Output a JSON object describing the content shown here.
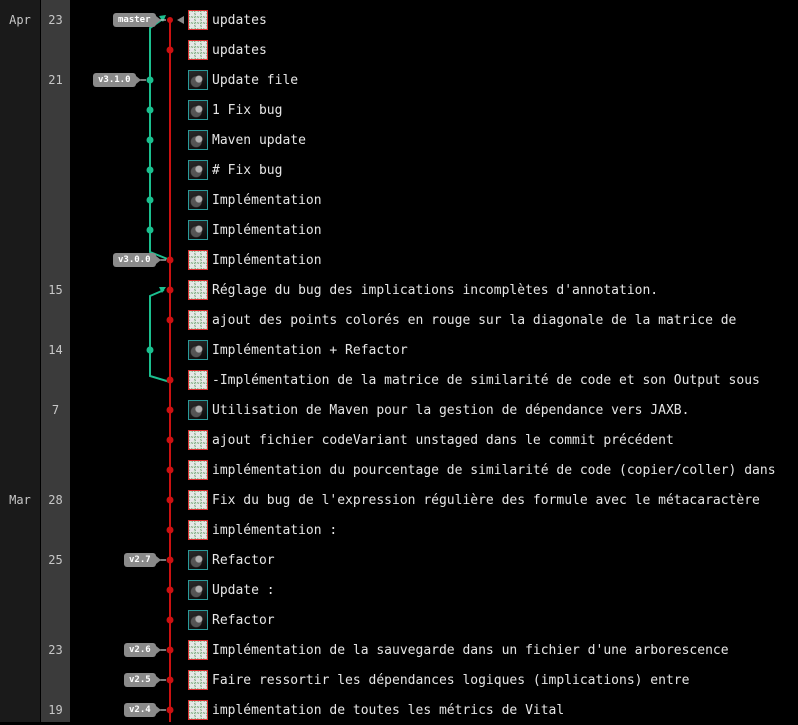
{
  "months": [
    {
      "label": "Apr",
      "row": 0
    },
    {
      "label": "Mar",
      "row": 16
    }
  ],
  "days": [
    {
      "label": "23",
      "row": 0
    },
    {
      "label": "21",
      "row": 2
    },
    {
      "label": "15",
      "row": 9
    },
    {
      "label": "14",
      "row": 11
    },
    {
      "label": "7",
      "row": 13
    },
    {
      "label": "28",
      "row": 16
    },
    {
      "label": "25",
      "row": 18
    },
    {
      "label": "23",
      "row": 21
    },
    {
      "label": "19",
      "row": 23
    }
  ],
  "tags": [
    {
      "label": "master",
      "row": 0,
      "lane": "main",
      "head": true
    },
    {
      "label": "v3.1.0",
      "row": 2,
      "lane": "branch"
    },
    {
      "label": "v3.0.0",
      "row": 8,
      "lane": "main"
    },
    {
      "label": "v2.7",
      "row": 18,
      "lane": "main"
    },
    {
      "label": "v2.6",
      "row": 21,
      "lane": "main"
    },
    {
      "label": "v2.5",
      "row": 22,
      "lane": "main"
    },
    {
      "label": "v2.4",
      "row": 23,
      "lane": "main"
    }
  ],
  "commits": [
    {
      "message": "updates",
      "avatar": "pattern",
      "lane": "main"
    },
    {
      "message": "updates",
      "avatar": "pattern",
      "lane": "main"
    },
    {
      "message": "Update file",
      "avatar": "photo",
      "lane": "branch"
    },
    {
      "message": "1 Fix bug",
      "avatar": "photo",
      "lane": "branch"
    },
    {
      "message": "Maven update",
      "avatar": "photo",
      "lane": "branch"
    },
    {
      "message": "# Fix bug",
      "avatar": "photo",
      "lane": "branch"
    },
    {
      "message": "Implémentation",
      "avatar": "photo",
      "lane": "branch"
    },
    {
      "message": "Implémentation",
      "avatar": "photo",
      "lane": "branch"
    },
    {
      "message": "Implémentation",
      "avatar": "pattern",
      "lane": "main"
    },
    {
      "message": "Réglage du bug des implications incomplètes d'annotation.",
      "avatar": "pattern",
      "lane": "main"
    },
    {
      "message": "ajout des points colorés en rouge sur la diagonale de la matrice de",
      "avatar": "pattern",
      "lane": "main"
    },
    {
      "message": "Implémentation + Refactor",
      "avatar": "photo",
      "lane": "branch"
    },
    {
      "message": "-Implémentation de la matrice de similarité de code et son Output sous",
      "avatar": "pattern",
      "lane": "main"
    },
    {
      "message": "Utilisation de Maven pour la gestion de dépendance vers JAXB.",
      "avatar": "photo",
      "lane": "main"
    },
    {
      "message": "ajout fichier codeVariant unstaged dans le commit précédent",
      "avatar": "pattern",
      "lane": "main"
    },
    {
      "message": "implémentation du pourcentage de similarité de code (copier/coller) dans",
      "avatar": "pattern",
      "lane": "main"
    },
    {
      "message": "Fix du bug de l'expression régulière des formule avec le métacaractère",
      "avatar": "pattern",
      "lane": "main"
    },
    {
      "message": "implémentation :",
      "avatar": "pattern",
      "lane": "main"
    },
    {
      "message": "Refactor",
      "avatar": "photo",
      "lane": "main"
    },
    {
      "message": "Update :",
      "avatar": "photo",
      "lane": "main"
    },
    {
      "message": "Refactor",
      "avatar": "photo",
      "lane": "main"
    },
    {
      "message": "Implémentation de la sauvegarde dans un fichier d'une arborescence",
      "avatar": "pattern",
      "lane": "main"
    },
    {
      "message": "Faire ressortir les dépendances logiques (implications) entre",
      "avatar": "pattern",
      "lane": "main"
    },
    {
      "message": "implémentation de toutes les métrics de Vital",
      "avatar": "pattern",
      "lane": "main"
    }
  ],
  "colors": {
    "main_line": "#cc1111",
    "branch_line": "#1bbf8f",
    "tag_bg": "#8a8a8a"
  }
}
